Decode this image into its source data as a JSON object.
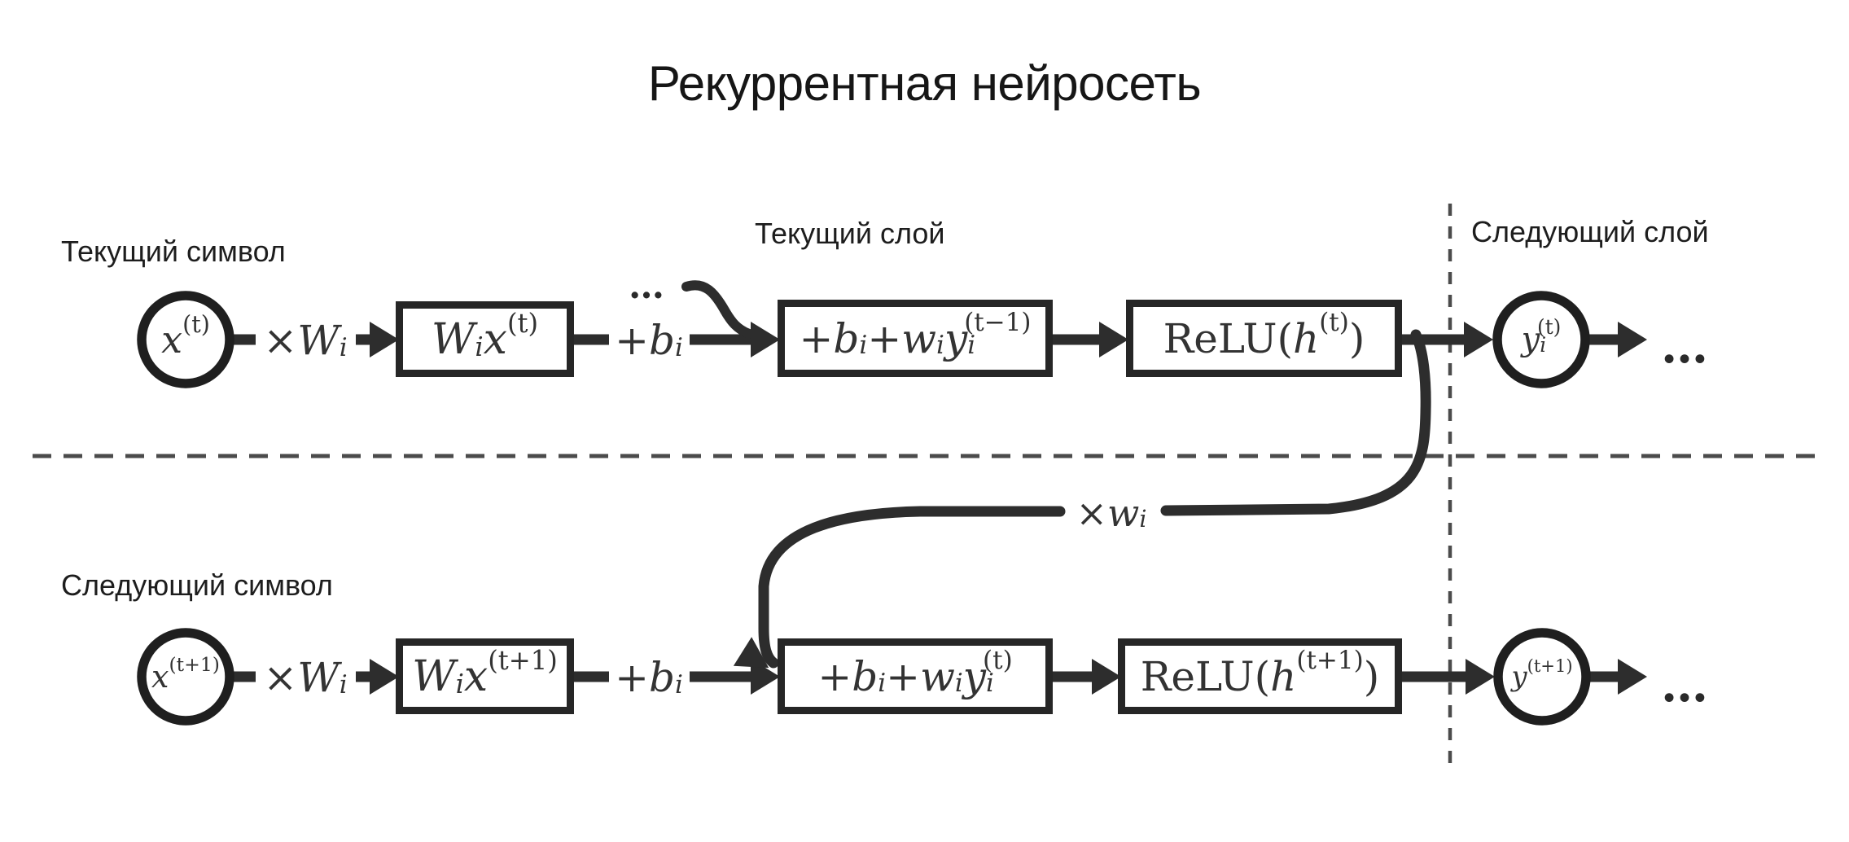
{
  "title": "Рекуррентная нейросеть",
  "labels": {
    "current_symbol": "Текущий символ",
    "current_layer": "Текущий слой",
    "next_layer": "Следующий слой",
    "next_symbol": "Следующий символ"
  },
  "glyphs": {
    "ellipsis": "…"
  },
  "colors": {
    "stroke": "#2d2d2d",
    "box_border": "#262626",
    "dash": "#4b4b4b",
    "text": "#1d1d1d",
    "background": "#ffffff"
  },
  "math": {
    "x_t": [
      {
        "t": "x",
        "it": true
      },
      {
        "t": "(t)",
        "sup": true
      }
    ],
    "x_t1": [
      {
        "t": "x",
        "it": true
      },
      {
        "t": "(t+1)",
        "sup": true
      }
    ],
    "y_i_t": [
      {
        "t": "y",
        "it": true
      },
      {
        "t": "i",
        "it": true,
        "sub": true
      },
      {
        "t": "(t)",
        "sup": true,
        "over": true
      }
    ],
    "y_t1": [
      {
        "t": "y",
        "it": true
      },
      {
        "t": "(t+1)",
        "sup": true
      }
    ],
    "mul_W": [
      {
        "t": "×"
      },
      {
        "t": "W",
        "it": true
      },
      {
        "t": "i",
        "it": true,
        "sub": true
      }
    ],
    "mul_w": [
      {
        "t": "×"
      },
      {
        "t": "w",
        "it": true
      },
      {
        "t": "i",
        "it": true,
        "sub": true
      }
    ],
    "plus_b": [
      {
        "t": "+"
      },
      {
        "t": "b",
        "it": true
      },
      {
        "t": "i",
        "it": true,
        "sub": true
      }
    ],
    "Wx_t": [
      {
        "t": "W",
        "it": true
      },
      {
        "t": "i",
        "it": true,
        "sub": true
      },
      {
        "t": "x",
        "it": true
      },
      {
        "t": "(t)",
        "sup": true
      }
    ],
    "Wx_t1": [
      {
        "t": "W",
        "it": true
      },
      {
        "t": "i",
        "it": true,
        "sub": true
      },
      {
        "t": "x",
        "it": true
      },
      {
        "t": "(t+1)",
        "sup": true
      }
    ],
    "sum_prev": [
      {
        "t": "+ "
      },
      {
        "t": "b",
        "it": true
      },
      {
        "t": "i",
        "it": true,
        "sub": true
      },
      {
        "t": " + "
      },
      {
        "t": "w",
        "it": true
      },
      {
        "t": "i",
        "it": true,
        "sub": true
      },
      {
        "t": "y",
        "it": true
      },
      {
        "t": "i",
        "it": true,
        "sub": true
      },
      {
        "t": "(t−1)",
        "sup": true,
        "over": true
      }
    ],
    "sum_cur": [
      {
        "t": "+ "
      },
      {
        "t": "b",
        "it": true
      },
      {
        "t": "i",
        "it": true,
        "sub": true
      },
      {
        "t": " + "
      },
      {
        "t": "w",
        "it": true
      },
      {
        "t": "i",
        "it": true,
        "sub": true
      },
      {
        "t": "y",
        "it": true
      },
      {
        "t": "i",
        "it": true,
        "sub": true
      },
      {
        "t": "(t)",
        "sup": true,
        "over": true
      }
    ],
    "relu_t": [
      {
        "t": "ReLU("
      },
      {
        "t": "h",
        "it": true
      },
      {
        "t": "(t)",
        "sup": true
      },
      {
        "t": ")"
      }
    ],
    "relu_t1": [
      {
        "t": "ReLU("
      },
      {
        "t": "h",
        "it": true
      },
      {
        "t": "(t+1)",
        "sup": true
      },
      {
        "t": ")"
      }
    ]
  }
}
